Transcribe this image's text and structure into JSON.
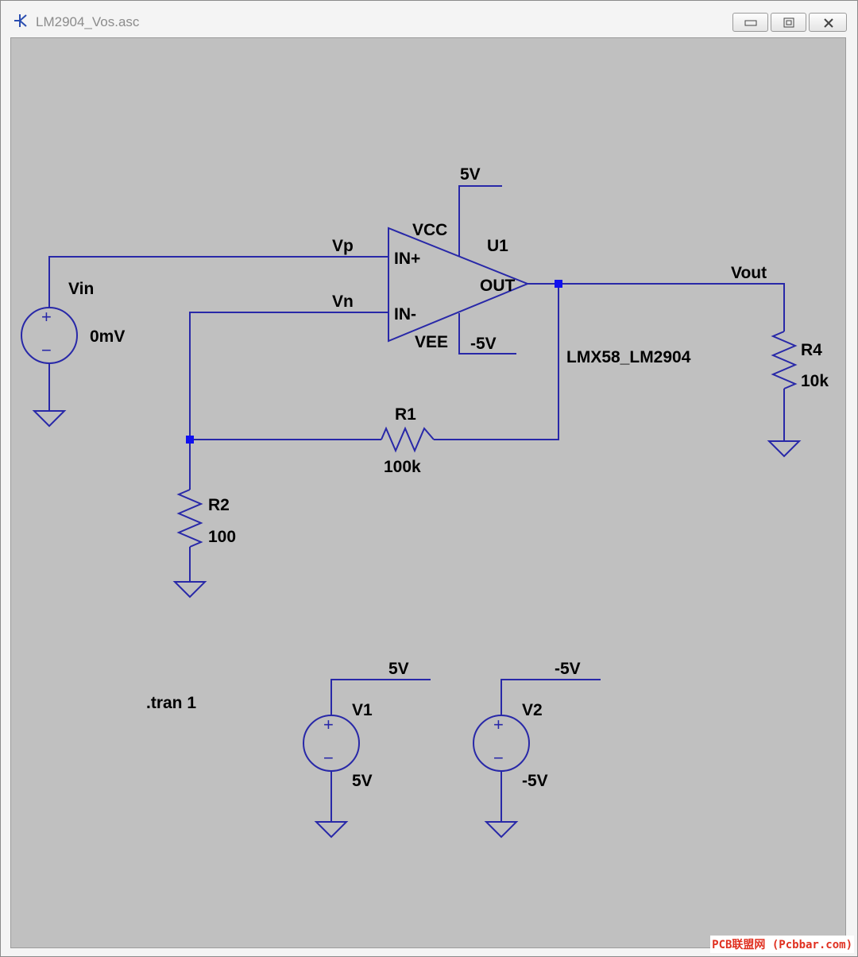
{
  "window": {
    "title": "LM2904_Vos.asc",
    "buttons": [
      "minimize",
      "maximize",
      "close"
    ]
  },
  "colors": {
    "wire": "#2828a8",
    "junction": "#1010f0",
    "canvas": "#c0c0c0",
    "text": "#000000",
    "watermark": "#e03020"
  },
  "icons": {
    "app": "ltspice-opamp-icon",
    "minimize": "minimize-icon",
    "maximize": "maximize-icon",
    "close": "close-icon",
    "ground": "ground-icon",
    "voltage_source": "voltage-source-icon",
    "resistor": "resistor-icon",
    "opamp": "opamp-icon"
  },
  "schematic": {
    "nets": {
      "vp": "Vp",
      "vn": "Vn",
      "vout": "Vout",
      "vcc_flag": "5V",
      "vee_flag": "-5V",
      "v1_flag": "5V",
      "v2_flag": "-5V"
    },
    "opamp": {
      "ref": "U1",
      "model": "LMX58_LM2904",
      "pin_inp": "IN+",
      "pin_inn": "IN-",
      "pin_out": "OUT",
      "pin_vcc": "VCC",
      "pin_vee": "VEE"
    },
    "vin": {
      "ref": "Vin",
      "value": "0mV"
    },
    "r1": {
      "ref": "R1",
      "value": "100k"
    },
    "r2": {
      "ref": "R2",
      "value": "100"
    },
    "r4": {
      "ref": "R4",
      "value": "10k"
    },
    "v1": {
      "ref": "V1",
      "value": "5V"
    },
    "v2": {
      "ref": "V2",
      "value": "-5V"
    },
    "directive": ".tran 1",
    "source_plus": "+",
    "source_minus": "−"
  },
  "watermark": "PCB联盟网 (Pcbbar.com)"
}
